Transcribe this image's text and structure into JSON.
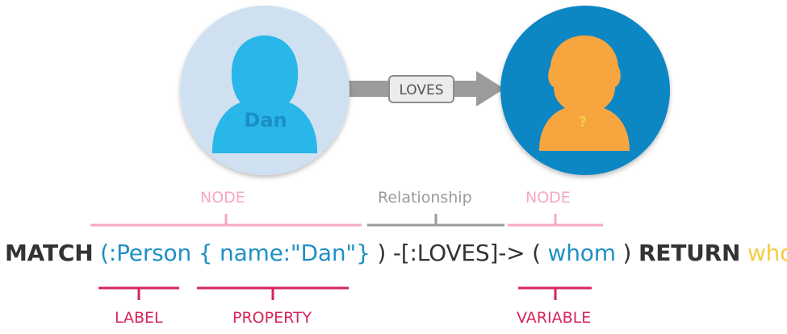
{
  "nodes": {
    "left": {
      "name": "Dan"
    },
    "right": {
      "name": "?"
    }
  },
  "relationship": {
    "label": "LOVES"
  },
  "top_labels": {
    "left": "NODE",
    "middle": "Relationship",
    "right": "NODE"
  },
  "query": {
    "match": "MATCH",
    "open_paren": "(",
    "label_part": ":Person",
    "property_part": "{ name:\"Dan\"}",
    "close_paren": ")",
    "relationship_part": "-[:LOVES]->",
    "open_paren_2": "(",
    "variable_part": "whom",
    "close_paren_2": ")",
    "return": "RETURN",
    "return_value": "whom"
  },
  "bottom_labels": {
    "label": "LABEL",
    "property": "PROPERTY",
    "variable": "VARIABLE"
  },
  "colors": {
    "left_circle": "#cfe1f1",
    "left_person": "#29b6e8",
    "right_circle": "#1186c4",
    "right_person": "#f6a53f",
    "node_label": "#f7a8c0",
    "relationship_label": "#9a9a9a",
    "query_blue": "#1f8fc6",
    "query_yellow": "#f5cc43",
    "annotation": "#d6245a"
  }
}
